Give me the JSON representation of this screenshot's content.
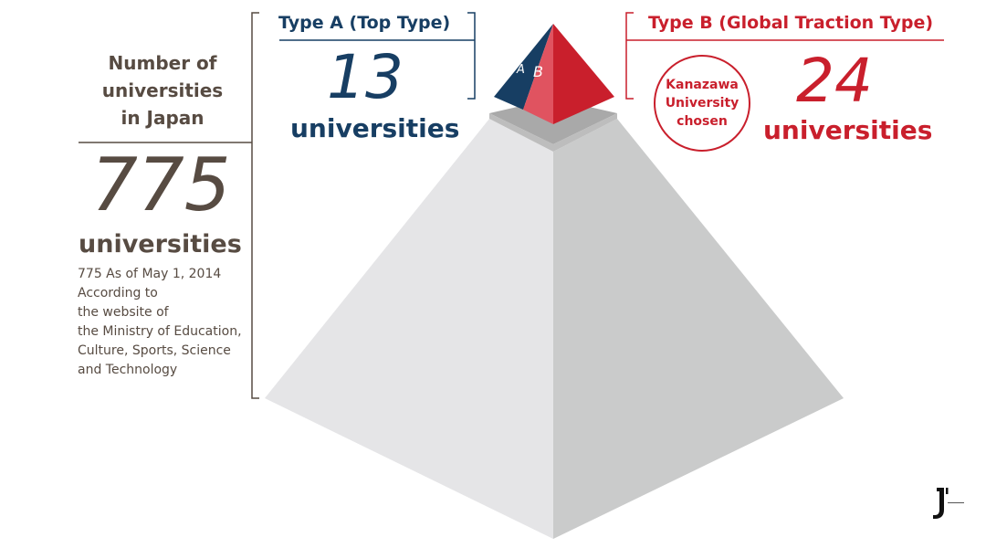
{
  "total": {
    "heading_lines": [
      "Number of",
      "universities",
      "in Japan"
    ],
    "number": "775",
    "unit": "universities",
    "note_lines": [
      "775 As of May 1, 2014",
      "According to",
      "the website of",
      "the Ministry of Education,",
      "Culture, Sports, Science",
      "and Technology"
    ]
  },
  "type_a": {
    "label": "Type A (Top Type)",
    "number": "13",
    "unit": "universities",
    "face_letter": "A",
    "color": "#173e63"
  },
  "type_b": {
    "label": "Type B (Global Traction Type)",
    "number": "24",
    "unit": "universities",
    "face_letter": "B",
    "badge_lines": [
      "Kanazawa",
      "University",
      "chosen"
    ],
    "color": "#c91f2c"
  },
  "colors": {
    "text_brown": "#574b42",
    "pyramid_left": "#e5e5e7",
    "pyramid_right": "#cacbcb",
    "top_gray": "#a9a9a9"
  }
}
